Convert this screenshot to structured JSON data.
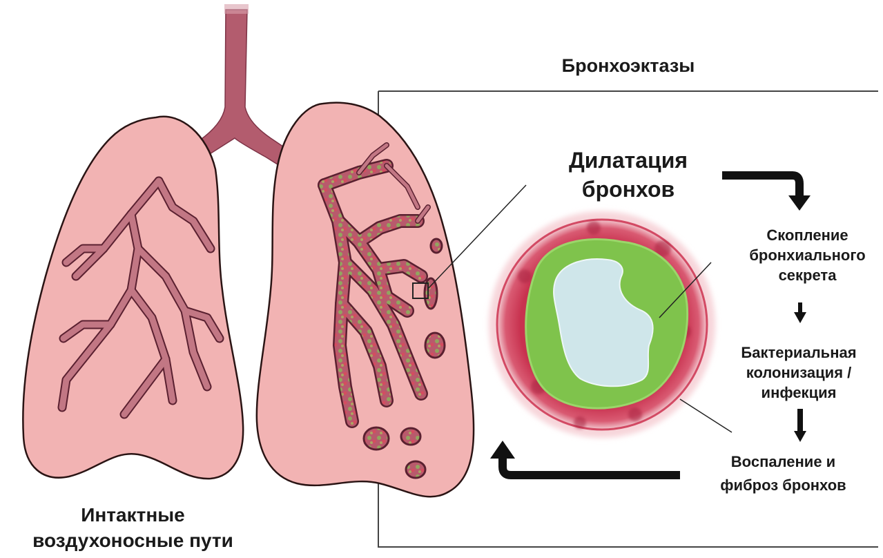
{
  "title": "Бронхоэктазы",
  "labels": {
    "dilation": [
      "Дилатация",
      "бронхов"
    ],
    "secretion": [
      "Скопление",
      "бронхиального",
      "секрета"
    ],
    "infection": [
      "Бактериальная",
      "колонизация /",
      "инфекция"
    ],
    "inflammation": [
      "Воспаление и",
      "фиброз бронхов"
    ],
    "intact": [
      "Интактные",
      "воздухоносные пути"
    ]
  },
  "colors": {
    "lung_fill": "#f2b3b3",
    "lung_outline": "#2a1414",
    "airway": "#b35c6e",
    "airway_dark": "#8e3b50",
    "wall_red": "#c8324f",
    "mucus_green": "#7fc34c",
    "lumen": "#cfe6ea",
    "arrow": "#111111",
    "frame": "#444444"
  }
}
